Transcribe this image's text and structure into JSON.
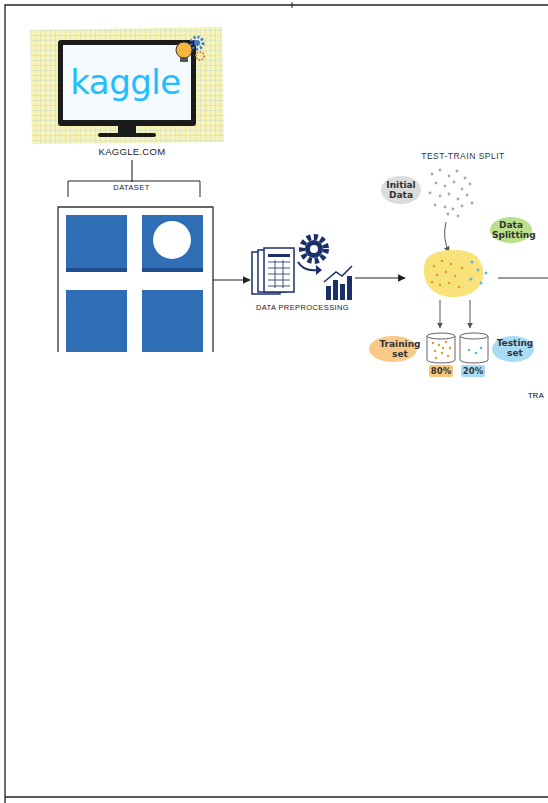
{
  "diagram": {
    "nodes": [
      {
        "text": [
          "kaggle",
          "KAGGLE.COM"
        ]
      },
      {
        "text": [
          "DATASET"
        ]
      },
      {
        "text": [
          "DATA PREPROCESSING"
        ]
      },
      {
        "text": [
          "TEST-TRAIN SPLIT"
        ]
      },
      {
        "text": [
          "Training set",
          "80%"
        ],
        "in": 3
      },
      {
        "text": [
          "Testing set",
          "20%"
        ],
        "in": 3
      }
    ],
    "edges": [
      {
        "from": 0,
        "to": 1,
        "arrow": "none"
      },
      {
        "from": 1,
        "to": 2,
        "arrow": "to"
      },
      {
        "from": 2,
        "to": 3,
        "arrow": "to"
      }
    ],
    "labels": [
      "Initial Data",
      "Data Splitting",
      "TRA"
    ]
  }
}
